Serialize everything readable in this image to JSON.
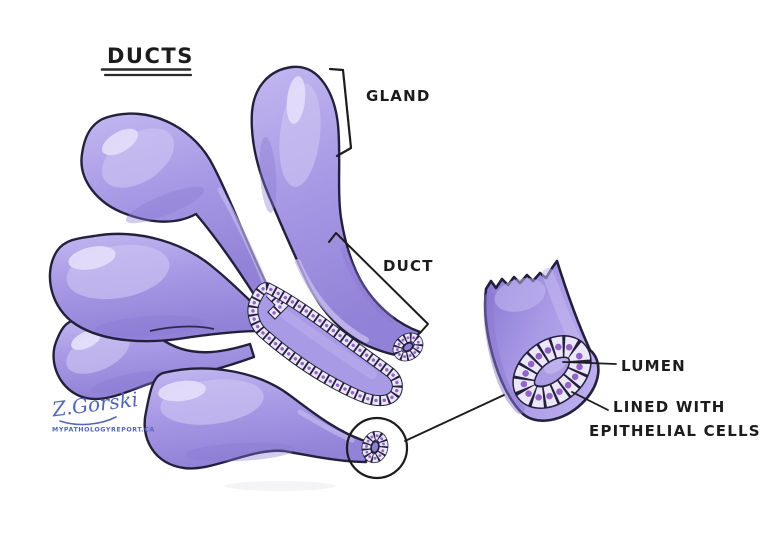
{
  "title": {
    "text": "DUCTS"
  },
  "labels": {
    "gland": "GLAND",
    "duct": "DUCT",
    "lumen": "LUMEN",
    "lined_with_line1": "LINED WITH",
    "lined_with_line2": "EPITHELIAL CELLS"
  },
  "signature": {
    "artist": "Z.Gorski",
    "website": "MYPATHOLOGYREPORT.CA"
  },
  "colors": {
    "purple_base": "#a89ae5",
    "purple_light": "#c2b8f0",
    "purple_dark": "#9181d7",
    "outline": "#23203c",
    "cell_fill": "#ece6f9",
    "cell_nucleus": "#9165c8",
    "lumen_fill": "#ab9ce4",
    "ink": "#1c1c1c",
    "signature_blue": "#5366b8"
  }
}
